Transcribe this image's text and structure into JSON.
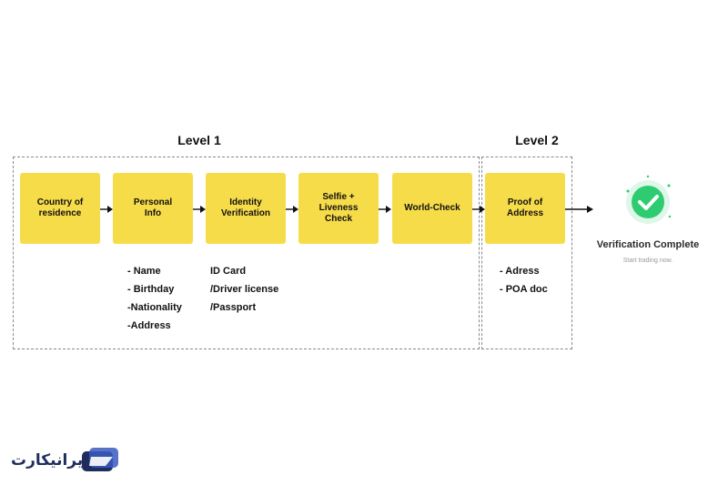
{
  "levels": {
    "level1": "Level 1",
    "level2": "Level 2"
  },
  "steps": [
    {
      "label": "Country of\nresidence"
    },
    {
      "label": "Personal\nInfo"
    },
    {
      "label": "Identity\nVerification"
    },
    {
      "label": "Selfie +\nLiveness\nCheck"
    },
    {
      "label": "World-Check"
    },
    {
      "label": "Proof of\nAddress"
    }
  ],
  "details": {
    "personal": [
      "- Name",
      "- Birthday",
      "-Nationality",
      "-Address"
    ],
    "identity": [
      "ID Card",
      "/Driver license",
      "/Passport"
    ],
    "address": [
      "- Adress",
      "- POA doc"
    ]
  },
  "completion": {
    "title": "Verification Complete",
    "subtitle": "Start trading now."
  },
  "brand": {
    "name": "ایرانیکارت"
  },
  "colors": {
    "step_fill": "#f7dc4a",
    "check_green": "#2ecc71"
  }
}
